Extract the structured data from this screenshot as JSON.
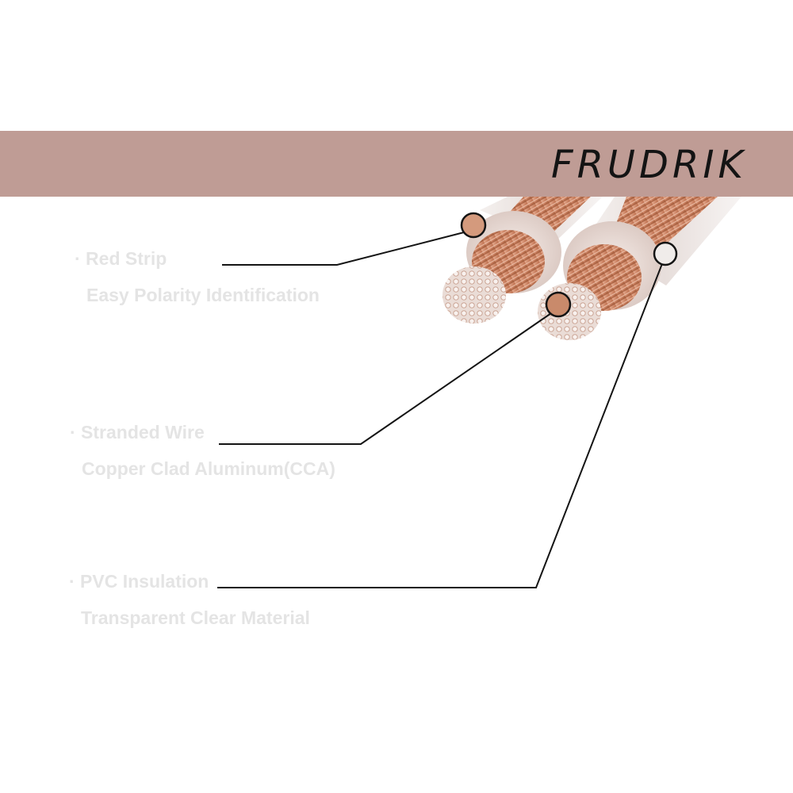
{
  "brand": {
    "name": "FRUDRIK"
  },
  "colors": {
    "banner": "#bf9c95",
    "copper": "#c8805f",
    "insulation": "#ececec",
    "label_text": "#e4e4e4",
    "leader_line": "#141414"
  },
  "callouts": [
    {
      "title": "· Red Strip",
      "subtitle": "Easy Polarity Identification",
      "marker_icon": "circle-marker-icon"
    },
    {
      "title": "· Stranded Wire",
      "subtitle": "Copper Clad Aluminum(CCA)",
      "marker_icon": "circle-marker-icon"
    },
    {
      "title": "· PVC Insulation",
      "subtitle": "Transparent Clear Material",
      "marker_icon": "circle-marker-icon"
    }
  ]
}
